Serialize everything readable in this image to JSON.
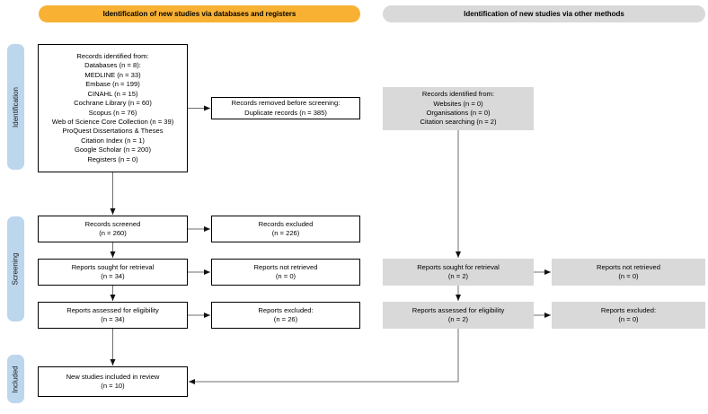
{
  "headers": {
    "databases": "Identification of new studies via databases and registers",
    "other": "Identification of new studies via other methods"
  },
  "stages": {
    "identification": "Identification",
    "screening": "Screening",
    "included": "Included"
  },
  "boxes": {
    "records_identified_db": "Records identified from:\nDatabases (n = 8):\nMEDLINE (n = 33)\nEmbase (n = 199)\nCINAHL (n = 15)\nCochrane Library (n = 60)\nScopus (n = 76)\nWeb of Science Core Collection (n = 39)\nProQuest Dissertations & Theses\nCitation Index (n = 1)\nGoogle Scholar (n = 200)\nRegisters (n = 0)",
    "records_removed": "Records removed before screening:\nDuplicate records (n = 385)",
    "records_screened": "Records screened\n(n = 260)",
    "records_excluded": "Records excluded\n(n = 226)",
    "reports_sought_db": "Reports sought for retrieval\n(n = 34)",
    "reports_not_retrieved_db": "Reports not retrieved\n(n = 0)",
    "reports_assessed_db": "Reports assessed for eligibility\n(n = 34)",
    "reports_excluded_db": "Reports excluded:\n(n = 26)",
    "records_identified_other": "Records identified from:\nWebsites (n = 0)\nOrganisations (n = 0)\nCitation searching (n = 2)",
    "reports_sought_other": "Reports sought for retrieval\n(n = 2)",
    "reports_not_retrieved_other": "Reports not retrieved\n(n = 0)",
    "reports_assessed_other": "Reports assessed for eligibility\n(n = 2)",
    "reports_excluded_other": "Reports excluded:\n(n = 0)",
    "new_studies_included": "New studies included in review\n(n = 10)"
  },
  "colors": {
    "header_databases_bg": "#F8B133",
    "header_other_bg": "#D9D9D9",
    "stage_label_bg": "#BCD6EE",
    "gray_box_bg": "#D9D9D9",
    "white_box_border": "#000000",
    "arrow_line": "#6f6f6f",
    "arrowhead": "#111111"
  }
}
